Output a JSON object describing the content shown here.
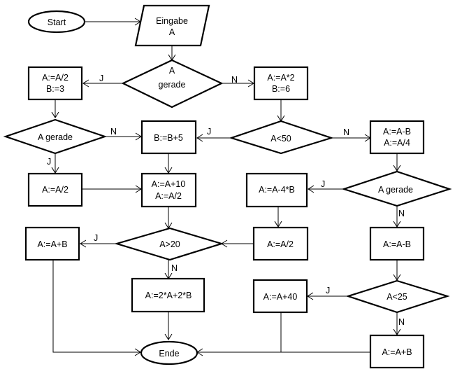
{
  "diagram": {
    "type": "flowchart",
    "nodes": {
      "start": {
        "kind": "terminal",
        "lines": [
          "Start"
        ]
      },
      "input": {
        "kind": "io",
        "lines": [
          "Eingabe",
          "A"
        ]
      },
      "d1": {
        "kind": "decision",
        "lines": [
          "A",
          "gerade"
        ]
      },
      "p1": {
        "kind": "process",
        "lines": [
          "A:=A/2",
          "B:=3"
        ]
      },
      "p2": {
        "kind": "process",
        "lines": [
          "A:=A*2",
          "B:=6"
        ]
      },
      "d2": {
        "kind": "decision",
        "lines": [
          "A gerade"
        ]
      },
      "p3": {
        "kind": "process",
        "lines": [
          "B:=B+5"
        ]
      },
      "d3": {
        "kind": "decision",
        "lines": [
          "A<50"
        ]
      },
      "p4": {
        "kind": "process",
        "lines": [
          "A:=A-B",
          "A:=A/4"
        ]
      },
      "p5": {
        "kind": "process",
        "lines": [
          "A:=A/2"
        ]
      },
      "p6": {
        "kind": "process",
        "lines": [
          "A:=A+10",
          "A:=A/2"
        ]
      },
      "p7": {
        "kind": "process",
        "lines": [
          "A:=A-4*B"
        ]
      },
      "d4": {
        "kind": "decision",
        "lines": [
          "A gerade"
        ]
      },
      "p8": {
        "kind": "process",
        "lines": [
          "A:=A+B"
        ]
      },
      "d5": {
        "kind": "decision",
        "lines": [
          "A>20"
        ]
      },
      "p9": {
        "kind": "process",
        "lines": [
          "A:=A/2"
        ]
      },
      "p10": {
        "kind": "process",
        "lines": [
          "A:=A-B"
        ]
      },
      "p11": {
        "kind": "process",
        "lines": [
          "A:=2*A+2*B"
        ]
      },
      "p12": {
        "kind": "process",
        "lines": [
          "A:=A+40"
        ]
      },
      "d6": {
        "kind": "decision",
        "lines": [
          "A<25"
        ]
      },
      "end": {
        "kind": "terminal",
        "lines": [
          "Ende"
        ]
      },
      "p13": {
        "kind": "process",
        "lines": [
          "A:=A+B"
        ]
      }
    },
    "edge_labels": {
      "d1_yes": "J",
      "d1_no": "N",
      "d2_yes": "J",
      "d2_no": "N",
      "d3_yes": "J",
      "d3_no": "N",
      "d4_yes": "J",
      "d4_no": "N",
      "d5_yes": "J",
      "d5_no": "N",
      "d6_yes": "J",
      "d6_no": "N"
    },
    "edges": [
      {
        "from": "start",
        "to": "input"
      },
      {
        "from": "input",
        "to": "d1"
      },
      {
        "from": "d1",
        "to": "p1",
        "label": "J"
      },
      {
        "from": "d1",
        "to": "p2",
        "label": "N"
      },
      {
        "from": "p1",
        "to": "d2"
      },
      {
        "from": "p2",
        "to": "d3"
      },
      {
        "from": "d2",
        "to": "p5",
        "label": "J"
      },
      {
        "from": "d2",
        "to": "p3",
        "label": "N"
      },
      {
        "from": "d3",
        "to": "p3",
        "label": "J"
      },
      {
        "from": "d3",
        "to": "p4",
        "label": "N"
      },
      {
        "from": "p3",
        "to": "p6"
      },
      {
        "from": "p5",
        "to": "p6"
      },
      {
        "from": "p4",
        "to": "d4"
      },
      {
        "from": "d4",
        "to": "p7",
        "label": "J"
      },
      {
        "from": "d4",
        "to": "p10",
        "label": "N"
      },
      {
        "from": "p7",
        "to": "p9"
      },
      {
        "from": "p6",
        "to": "d5"
      },
      {
        "from": "p9",
        "to": "d5"
      },
      {
        "from": "d5",
        "to": "p8",
        "label": "J"
      },
      {
        "from": "d5",
        "to": "p11",
        "label": "N"
      },
      {
        "from": "p10",
        "to": "d6"
      },
      {
        "from": "d6",
        "to": "p12",
        "label": "J"
      },
      {
        "from": "d6",
        "to": "p13",
        "label": "N"
      },
      {
        "from": "p8",
        "to": "end"
      },
      {
        "from": "p11",
        "to": "end"
      },
      {
        "from": "p12",
        "to": "end"
      },
      {
        "from": "p13",
        "to": "end"
      }
    ]
  }
}
